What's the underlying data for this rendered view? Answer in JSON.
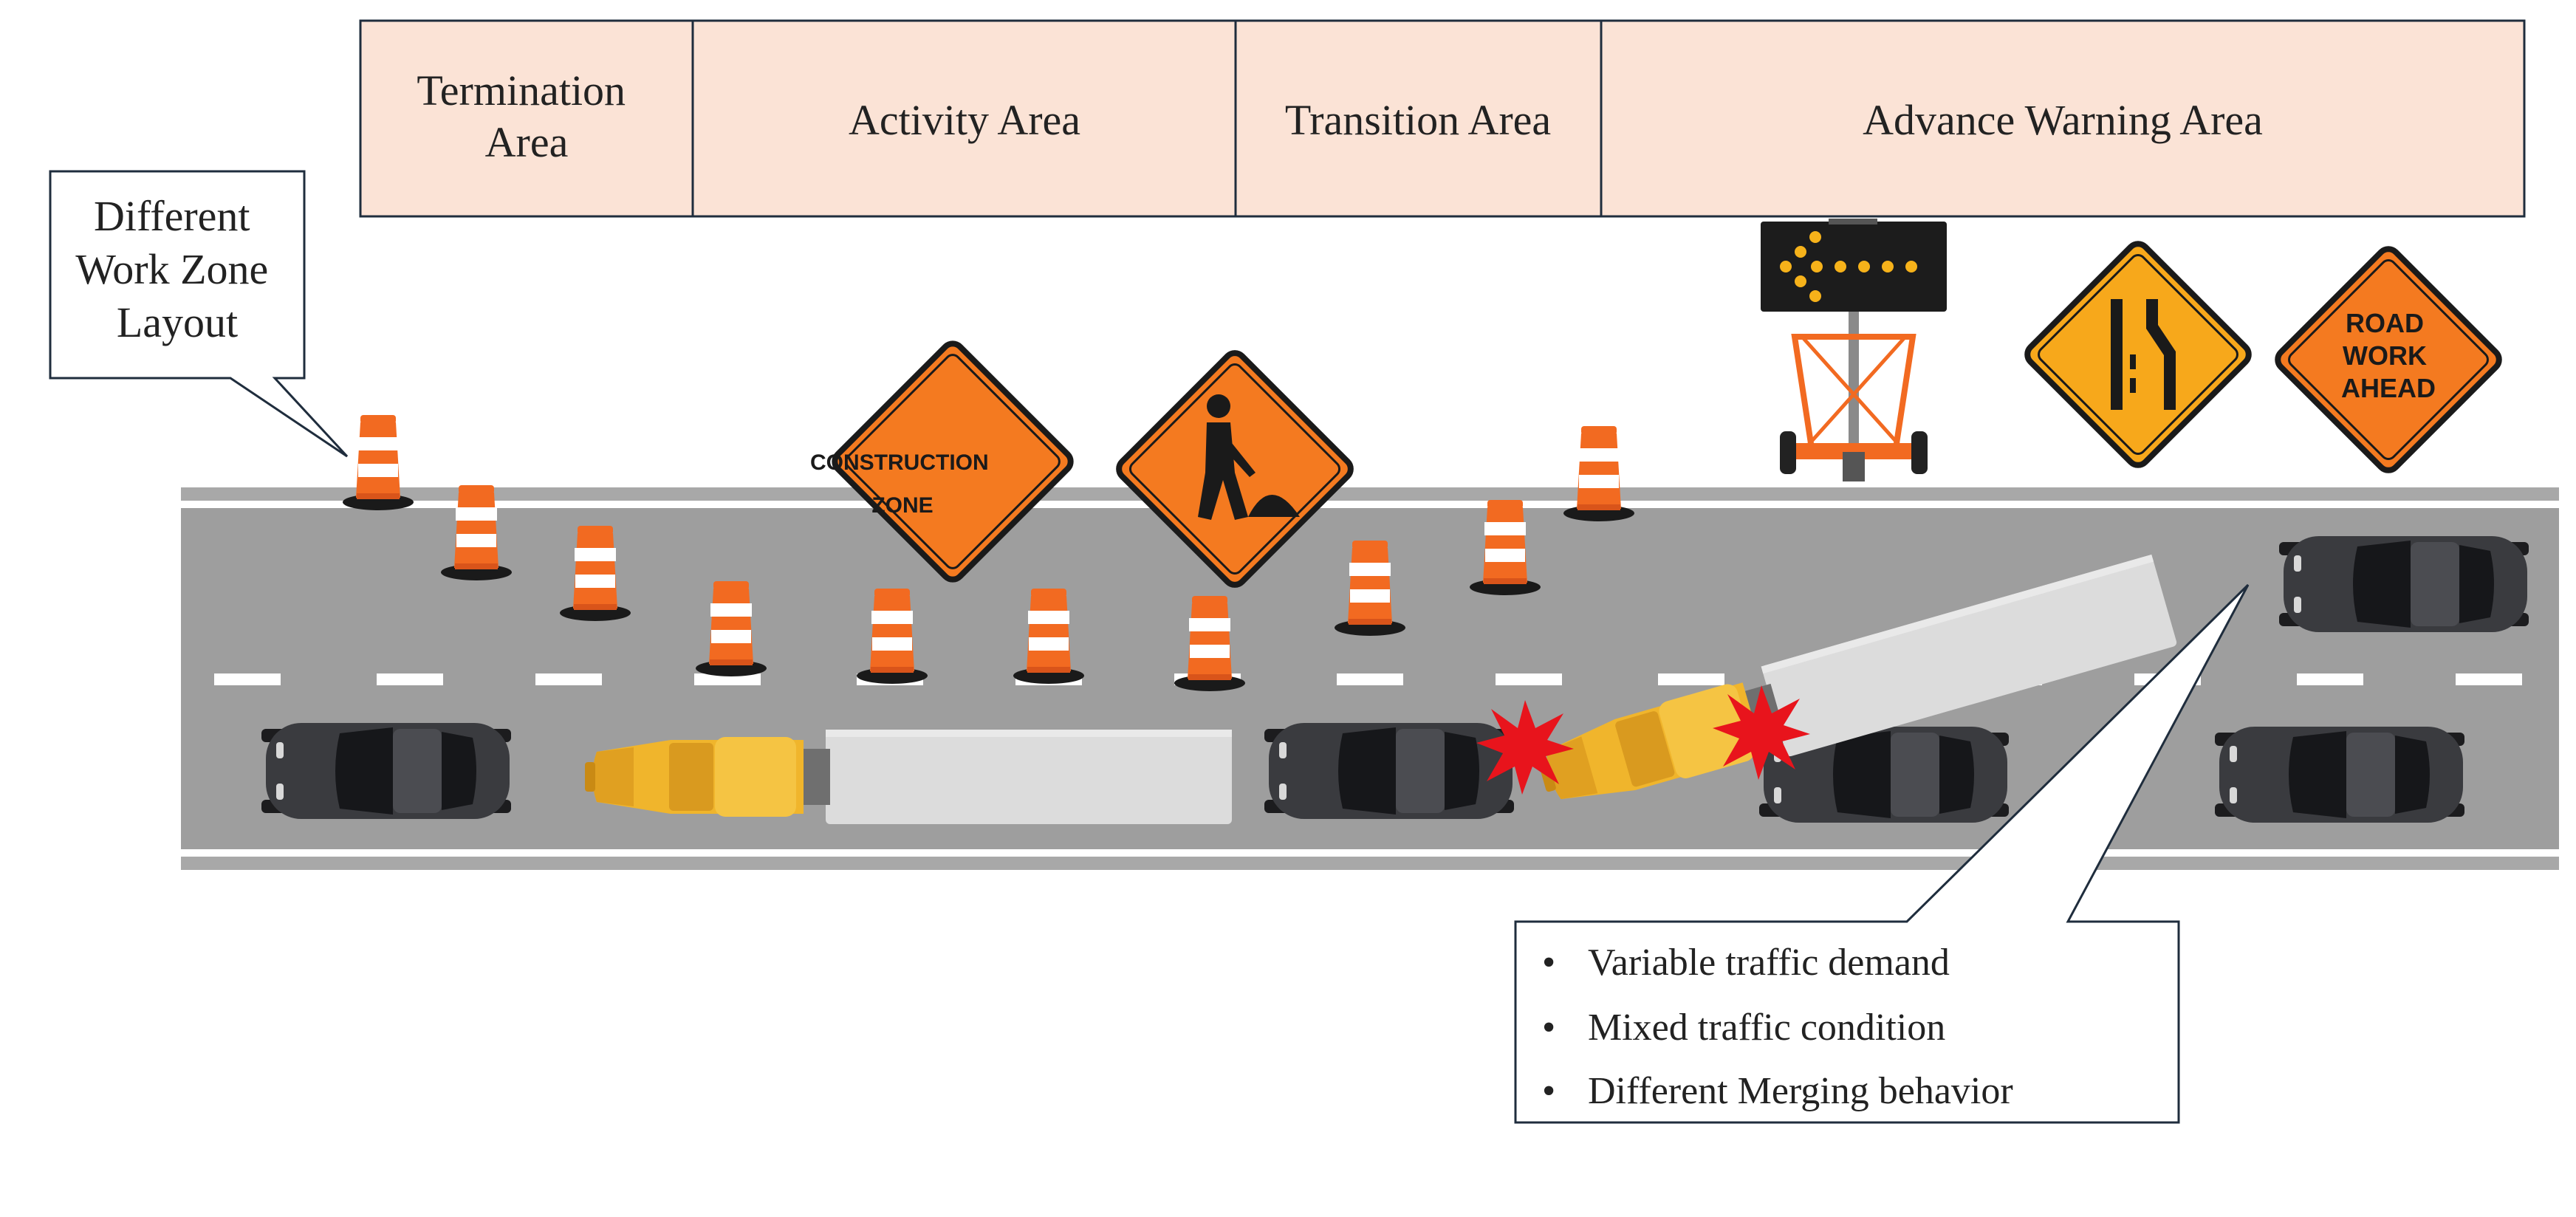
{
  "areas": [
    {
      "lines": [
        "Termination",
        "Area"
      ]
    },
    {
      "lines": [
        "Activity Area"
      ]
    },
    {
      "lines": [
        "Transition Area"
      ]
    },
    {
      "lines": [
        "Advance Warning Area"
      ]
    }
  ],
  "callout_left": {
    "lines": [
      "Different",
      "Work Zone",
      "Layout"
    ]
  },
  "callout_right": {
    "bullets": [
      "Variable traffic demand",
      "Mixed traffic condition",
      "Different Merging behavior"
    ],
    "bullet_symbol": "•"
  },
  "signs": {
    "construction_zone": [
      "CONSTRUCTION",
      "ZONE"
    ],
    "road_work_ahead": [
      "ROAD",
      "WORK",
      "AHEAD"
    ]
  },
  "colors": {
    "area_fill": "#fbe3d6",
    "road": "#9e9e9e",
    "sign_orange": "#f47a20",
    "sign_yellow": "#f7a81b",
    "truck_cab": "#f0b52c",
    "trailer": "#dcdcdc",
    "car": "#3a3b3f",
    "crash": "#e8141c"
  },
  "icons": [
    "traffic-drum-icon",
    "car-icon",
    "truck-icon",
    "crash-burst-icon",
    "flagger-sign-icon",
    "lane-merge-sign-icon",
    "arrow-board-icon"
  ]
}
